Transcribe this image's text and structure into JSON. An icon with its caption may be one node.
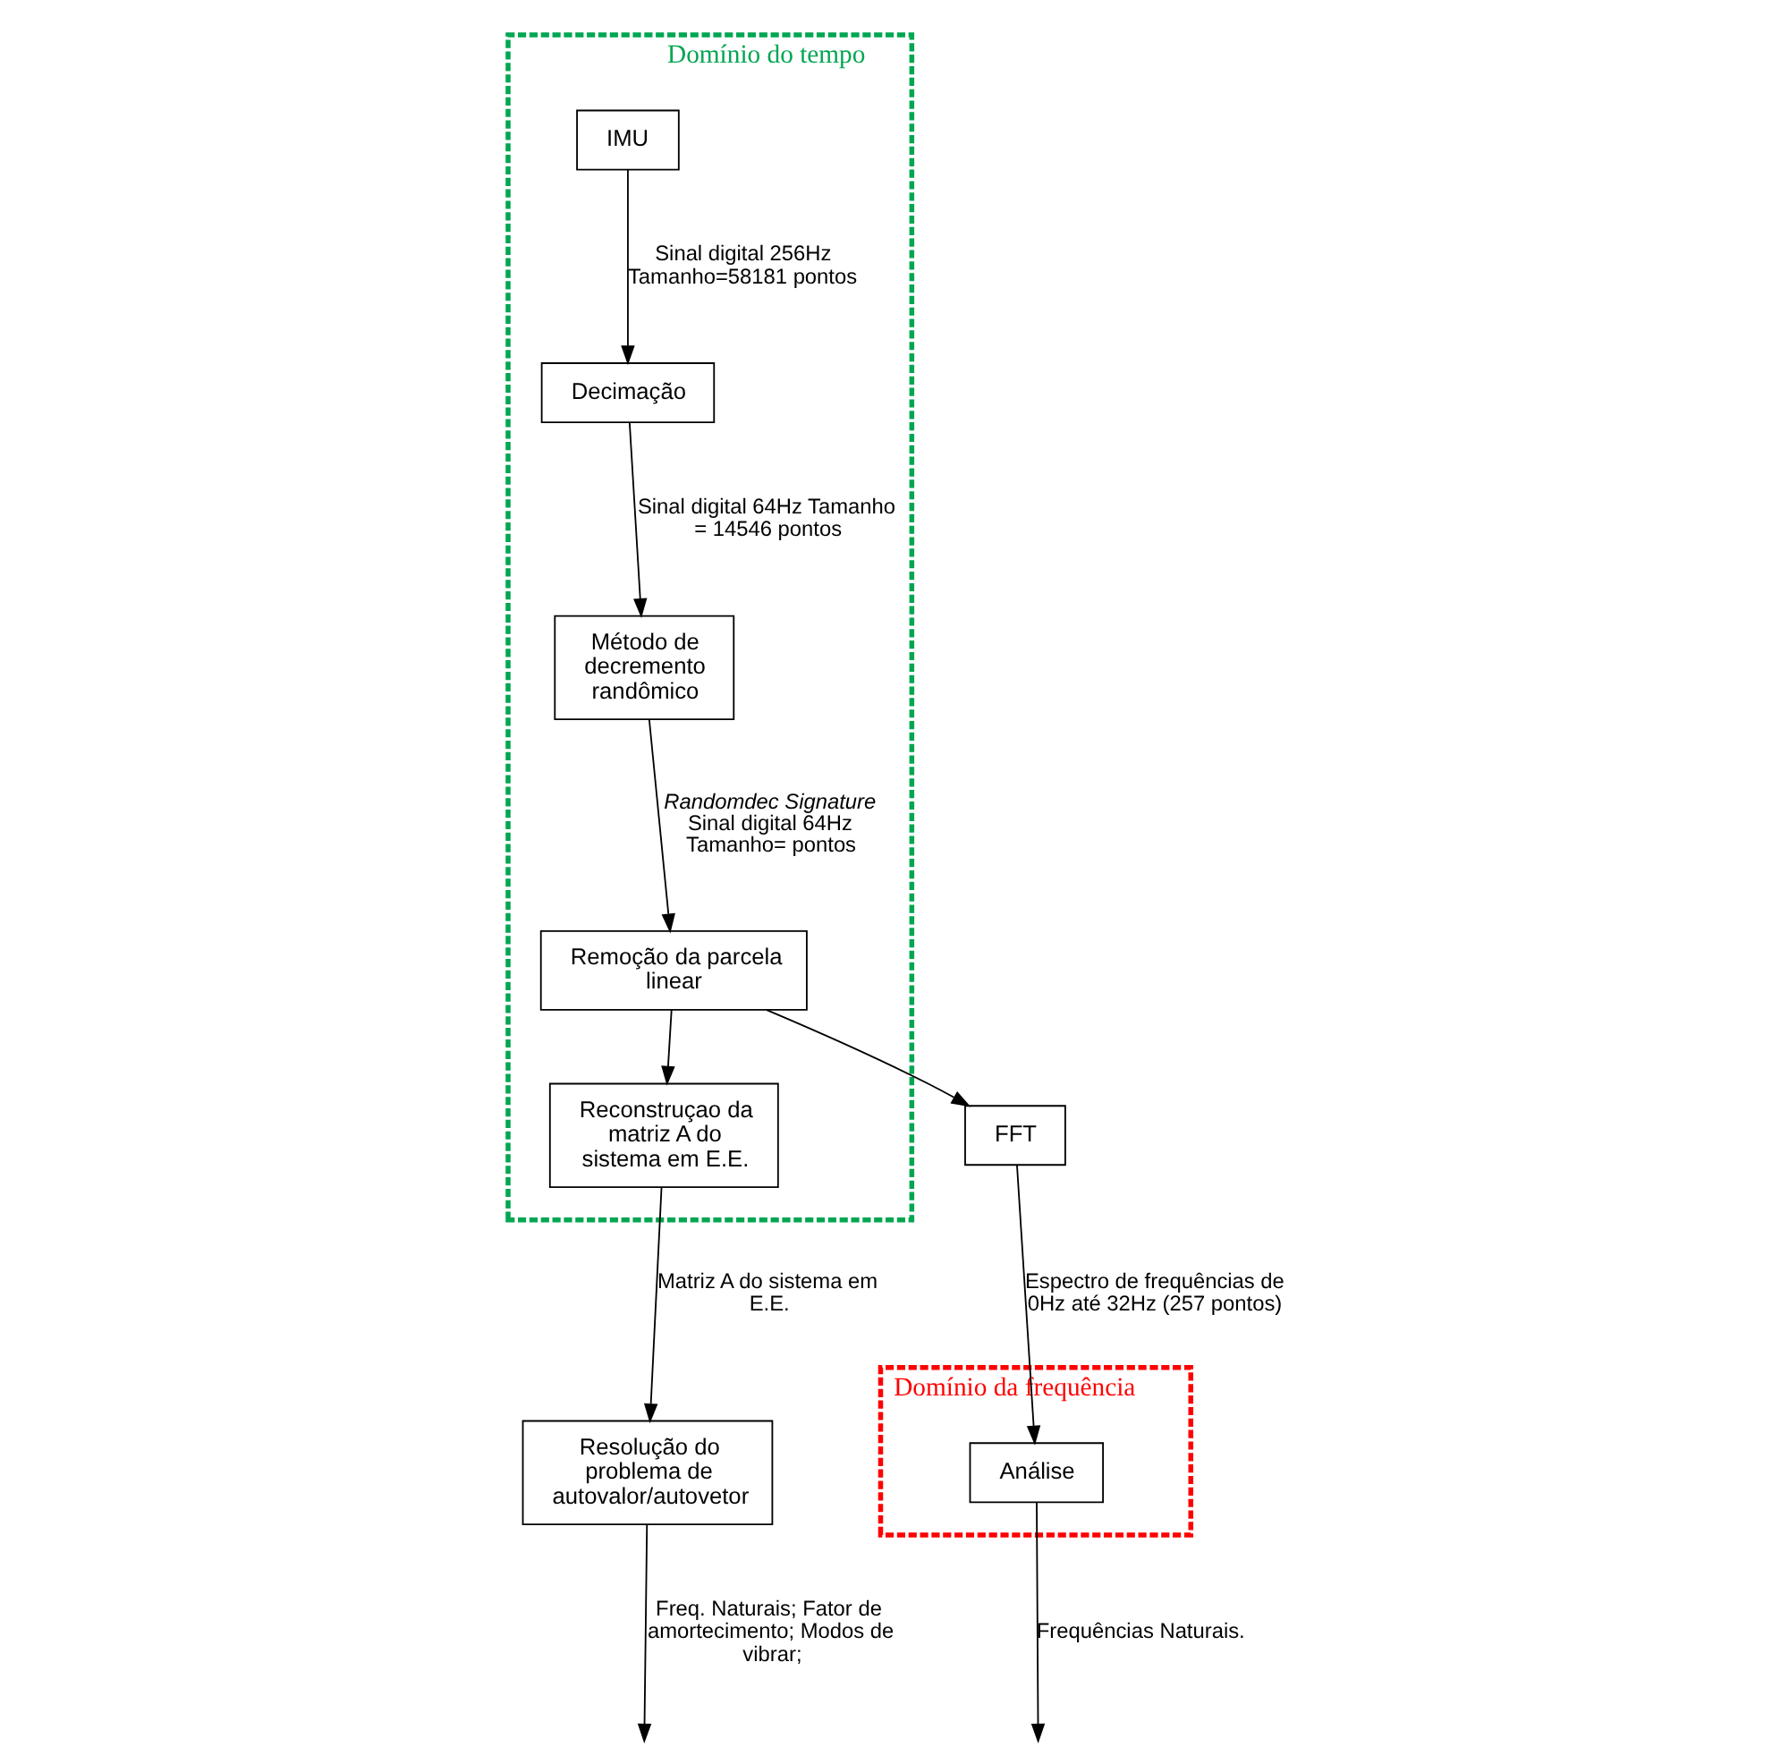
{
  "diagram": {
    "nodes": [
      {
        "text": [
          "Domínio do tempo"
        ]
      },
      {
        "text": [
          "IMU"
        ],
        "in": 0
      },
      {
        "text": [
          "Decimação"
        ],
        "in": 0
      },
      {
        "text": [
          "Remoção da parcela linear"
        ],
        "in": 0
      },
      {
        "text": [
          "Método de decremento randômico"
        ],
        "in": 0
      },
      {
        "text": [
          "Reconstruçao da matriz A do sistema em E.E."
        ],
        "in": 0
      },
      {
        "text": [
          "FFT"
        ]
      },
      {
        "text": [
          "Resolução do problema de autovalor/autovetor"
        ]
      },
      {
        "text": [
          "Domínio da frequência"
        ]
      },
      {
        "text": [
          "Análise"
        ],
        "in": 8
      }
    ],
    "edges": [
      {
        "from": 1,
        "to": 2,
        "arrow": "to",
        "label": "Sinal digital 256Hz Tamanho=58181 pontos"
      },
      {
        "from": 2,
        "to": 4,
        "arrow": "to",
        "label": "Sinal digital 64Hz Tamanho = 14546 pontos"
      },
      {
        "from": 4,
        "to": 3,
        "arrow": "to",
        "label": "*Randomdec Signature* Sinal digital 64Hz Tamanho= pontos"
      },
      {
        "from": 3,
        "to": 6,
        "arrow": "to"
      },
      {
        "from": 3,
        "to": 5,
        "arrow": "to"
      },
      {
        "from": 5,
        "to": 7,
        "arrow": "to",
        "label": "Matriz A do sistema em E.E."
      },
      {
        "from": 6,
        "to": 9,
        "arrow": "to",
        "label": "Espectro de frequências de 0Hz até 32Hz (257 pontos)"
      },
      {
        "from": 7,
        "to": null,
        "arrow": "to",
        "label": "Freq. Naturais; Fator de amortecimento; Modos de vibrar;"
      },
      {
        "from": 9,
        "to": null,
        "arrow": "to",
        "label": "Frequências Naturais."
      }
    ]
  }
}
